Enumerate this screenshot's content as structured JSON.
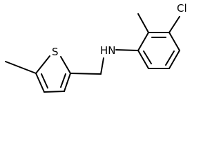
{
  "molecule": {
    "atoms": {
      "chlorine": "Cl",
      "amine": "HN",
      "sulfur": "S"
    },
    "colors": {
      "bond": "#000000",
      "label": "#000000",
      "background": "#ffffff"
    }
  }
}
